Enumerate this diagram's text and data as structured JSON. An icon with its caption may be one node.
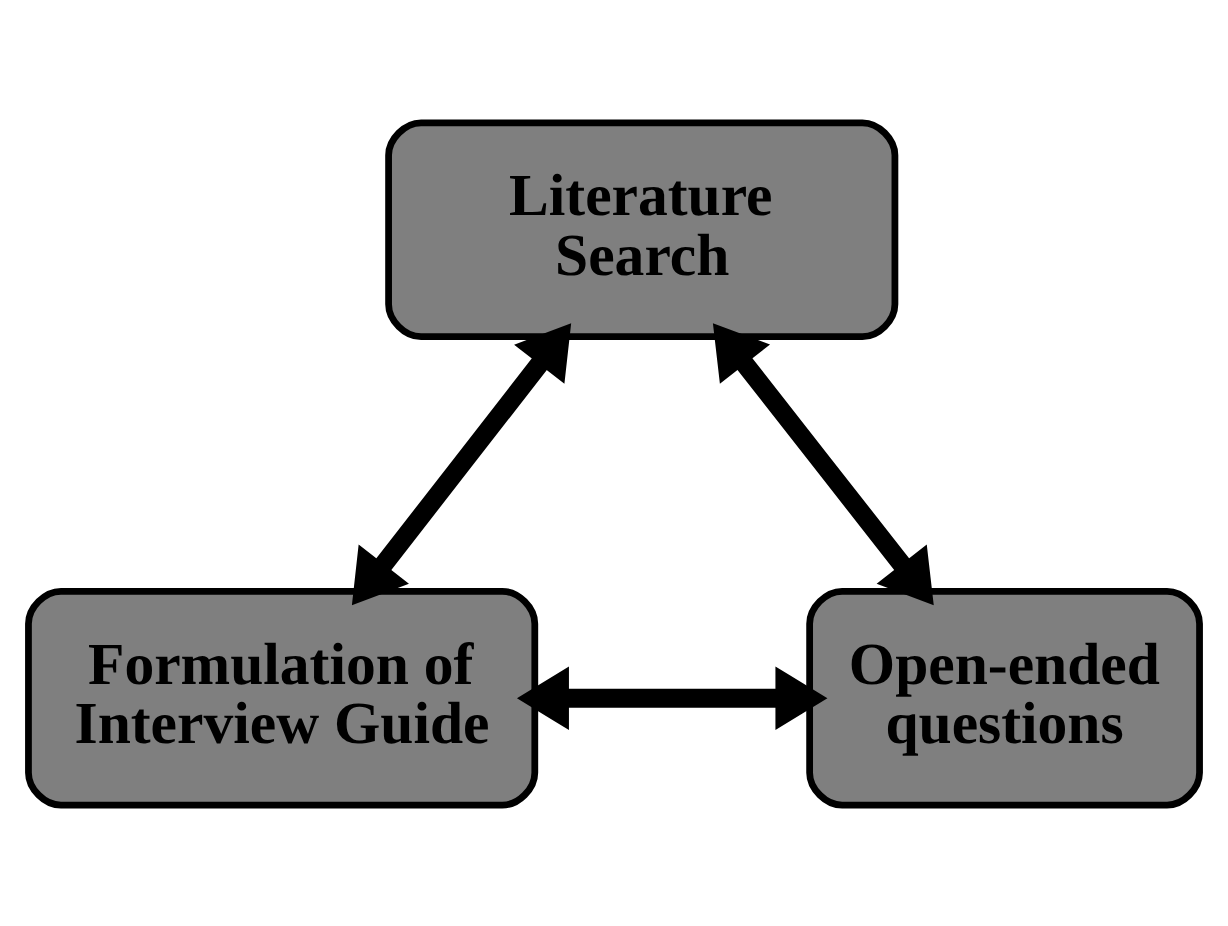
{
  "diagram": {
    "nodes": [
      {
        "text": [
          "Literature Search"
        ]
      },
      {
        "text": [
          "Formulation of Interview Guide"
        ]
      },
      {
        "text": [
          "Open-ended questions"
        ]
      }
    ],
    "edges": [
      {
        "from": 0,
        "to": 1,
        "arrow": "both"
      },
      {
        "from": 0,
        "to": 2,
        "arrow": "both"
      },
      {
        "from": 1,
        "to": 2,
        "arrow": "both"
      }
    ]
  }
}
